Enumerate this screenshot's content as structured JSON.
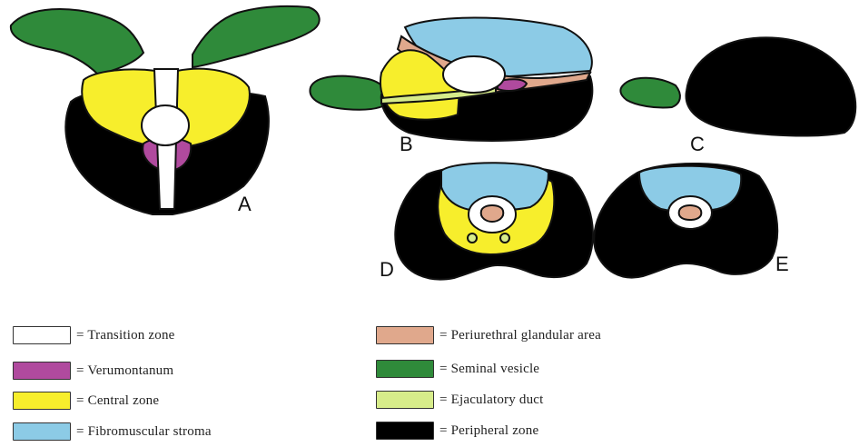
{
  "panels": [
    {
      "id": "A",
      "label": "A"
    },
    {
      "id": "B",
      "label": "B"
    },
    {
      "id": "C",
      "label": "C"
    },
    {
      "id": "D",
      "label": "D"
    },
    {
      "id": "E",
      "label": "E"
    }
  ],
  "colors": {
    "transition_zone": "#ffffff",
    "verumontanum": "#b04a9e",
    "central_zone": "#f7ee2c",
    "fibromuscular_stroma": "#8ccbe6",
    "periurethral_glandular_area": "#e0a88c",
    "seminal_vesicle": "#2f8a3a",
    "ejaculatory_duct": "#d7ec8a",
    "peripheral_zone": "#000000"
  },
  "legend": {
    "left": [
      {
        "label": "= Transition zone",
        "color": "#ffffff"
      },
      {
        "label": "= Verumontanum",
        "color": "#b04a9e"
      },
      {
        "label": "= Central zone",
        "color": "#f7ee2c"
      },
      {
        "label": "= Fibromuscular stroma",
        "color": "#8ccbe6"
      }
    ],
    "right": [
      {
        "label": "= Periurethral glandular area",
        "color": "#e0a88c"
      },
      {
        "label": "= Seminal vesicle",
        "color": "#2f8a3a"
      },
      {
        "label": "= Ejaculatory duct",
        "color": "#d7ec8a"
      },
      {
        "label": "= Peripheral zone",
        "color": "#000000"
      }
    ]
  }
}
